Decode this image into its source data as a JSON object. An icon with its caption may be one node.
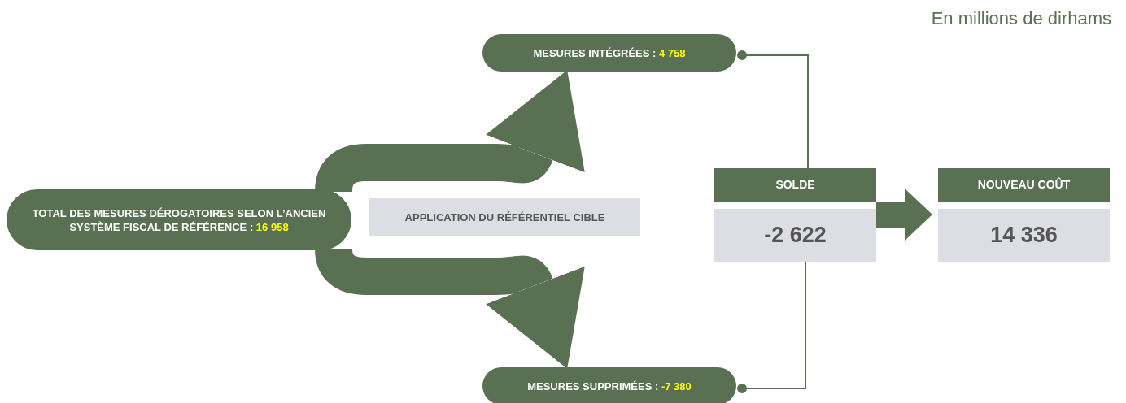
{
  "diagram": {
    "nodes": [
      {
        "text": [
          "MESURES INTÉGRÉES : **4 758**"
        ]
      },
      {
        "text": [
          "TOTAL DES MESURES DÉROGATOIRES SELON L’ANCIEN SYSTÈME FISCAL DE RÉFÉRENCE : **16 958**"
        ]
      },
      {
        "text": [
          "APPLICATION DU RÉFÉRENTIEL CIBLE"
        ]
      },
      {
        "text": [
          "SOLDE",
          "-2 622"
        ]
      },
      {
        "text": [
          "NOUVEAU COÛT",
          "14 336"
        ]
      },
      {
        "text": [
          "MESURES SUPPRIMÉES : **-7 380**"
        ]
      }
    ],
    "edges": [
      {
        "from": 1,
        "to": 0,
        "arrow": "to"
      },
      {
        "from": 1,
        "to": 5,
        "arrow": "to"
      },
      {
        "from": 0,
        "to": 3,
        "arrow": "other"
      },
      {
        "from": 5,
        "to": 3,
        "arrow": "other"
      },
      {
        "from": 3,
        "to": 4,
        "arrow": "to"
      }
    ],
    "labels": [
      "En millions de dirhams"
    ]
  }
}
